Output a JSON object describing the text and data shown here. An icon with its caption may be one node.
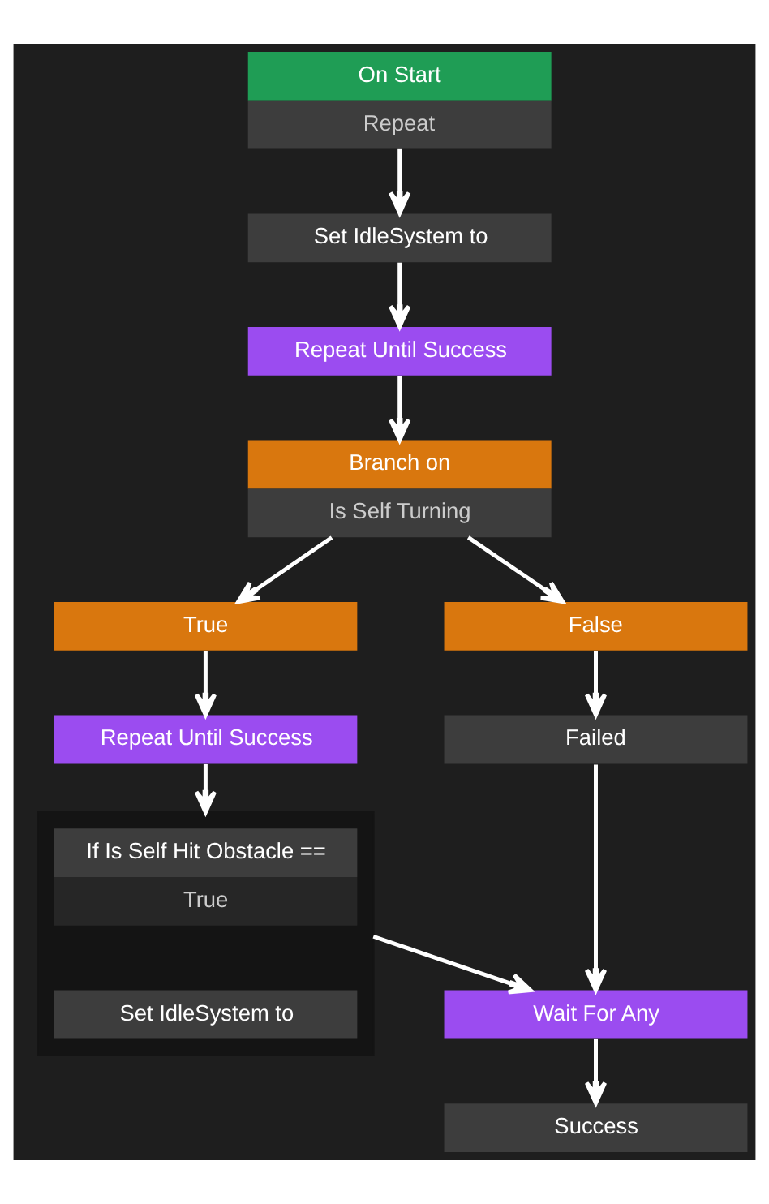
{
  "diagram": {
    "nodes": [
      {
        "text": [
          "On Start",
          "Repeat"
        ]
      },
      {
        "text": [
          "Set IdleSystem to"
        ]
      },
      {
        "text": [
          "Repeat Until Success"
        ]
      },
      {
        "text": [
          "Branch on",
          "Is Self Turning"
        ]
      },
      {
        "text": [
          "True"
        ]
      },
      {
        "text": [
          "False"
        ]
      },
      {
        "text": [
          "Repeat Until Success"
        ]
      },
      {
        "text": [
          "Failed"
        ]
      },
      {
        "text": [],
        "shape": "box"
      },
      {
        "text": [
          "If Is Self Hit Obstacle ==",
          "True"
        ],
        "in": 8
      },
      {
        "text": [
          "Set IdleSystem to"
        ],
        "in": 8
      },
      {
        "text": [
          "Wait For Any"
        ]
      },
      {
        "text": [
          "Success"
        ]
      }
    ],
    "edges": [
      {
        "from": 0,
        "to": 1,
        "arrow": "to"
      },
      {
        "from": 1,
        "to": 2,
        "arrow": "to"
      },
      {
        "from": 2,
        "to": 3,
        "arrow": "to"
      },
      {
        "from": 3,
        "to": 4,
        "arrow": "to"
      },
      {
        "from": 3,
        "to": 5,
        "arrow": "to"
      },
      {
        "from": 4,
        "to": 6,
        "arrow": "to"
      },
      {
        "from": 5,
        "to": 7,
        "arrow": "to"
      },
      {
        "from": 6,
        "to": 8,
        "arrow": "to"
      },
      {
        "from": 8,
        "to": 11,
        "arrow": "to"
      },
      {
        "from": 7,
        "to": 11,
        "arrow": "to"
      },
      {
        "from": 11,
        "to": 12,
        "arrow": "to"
      }
    ]
  }
}
